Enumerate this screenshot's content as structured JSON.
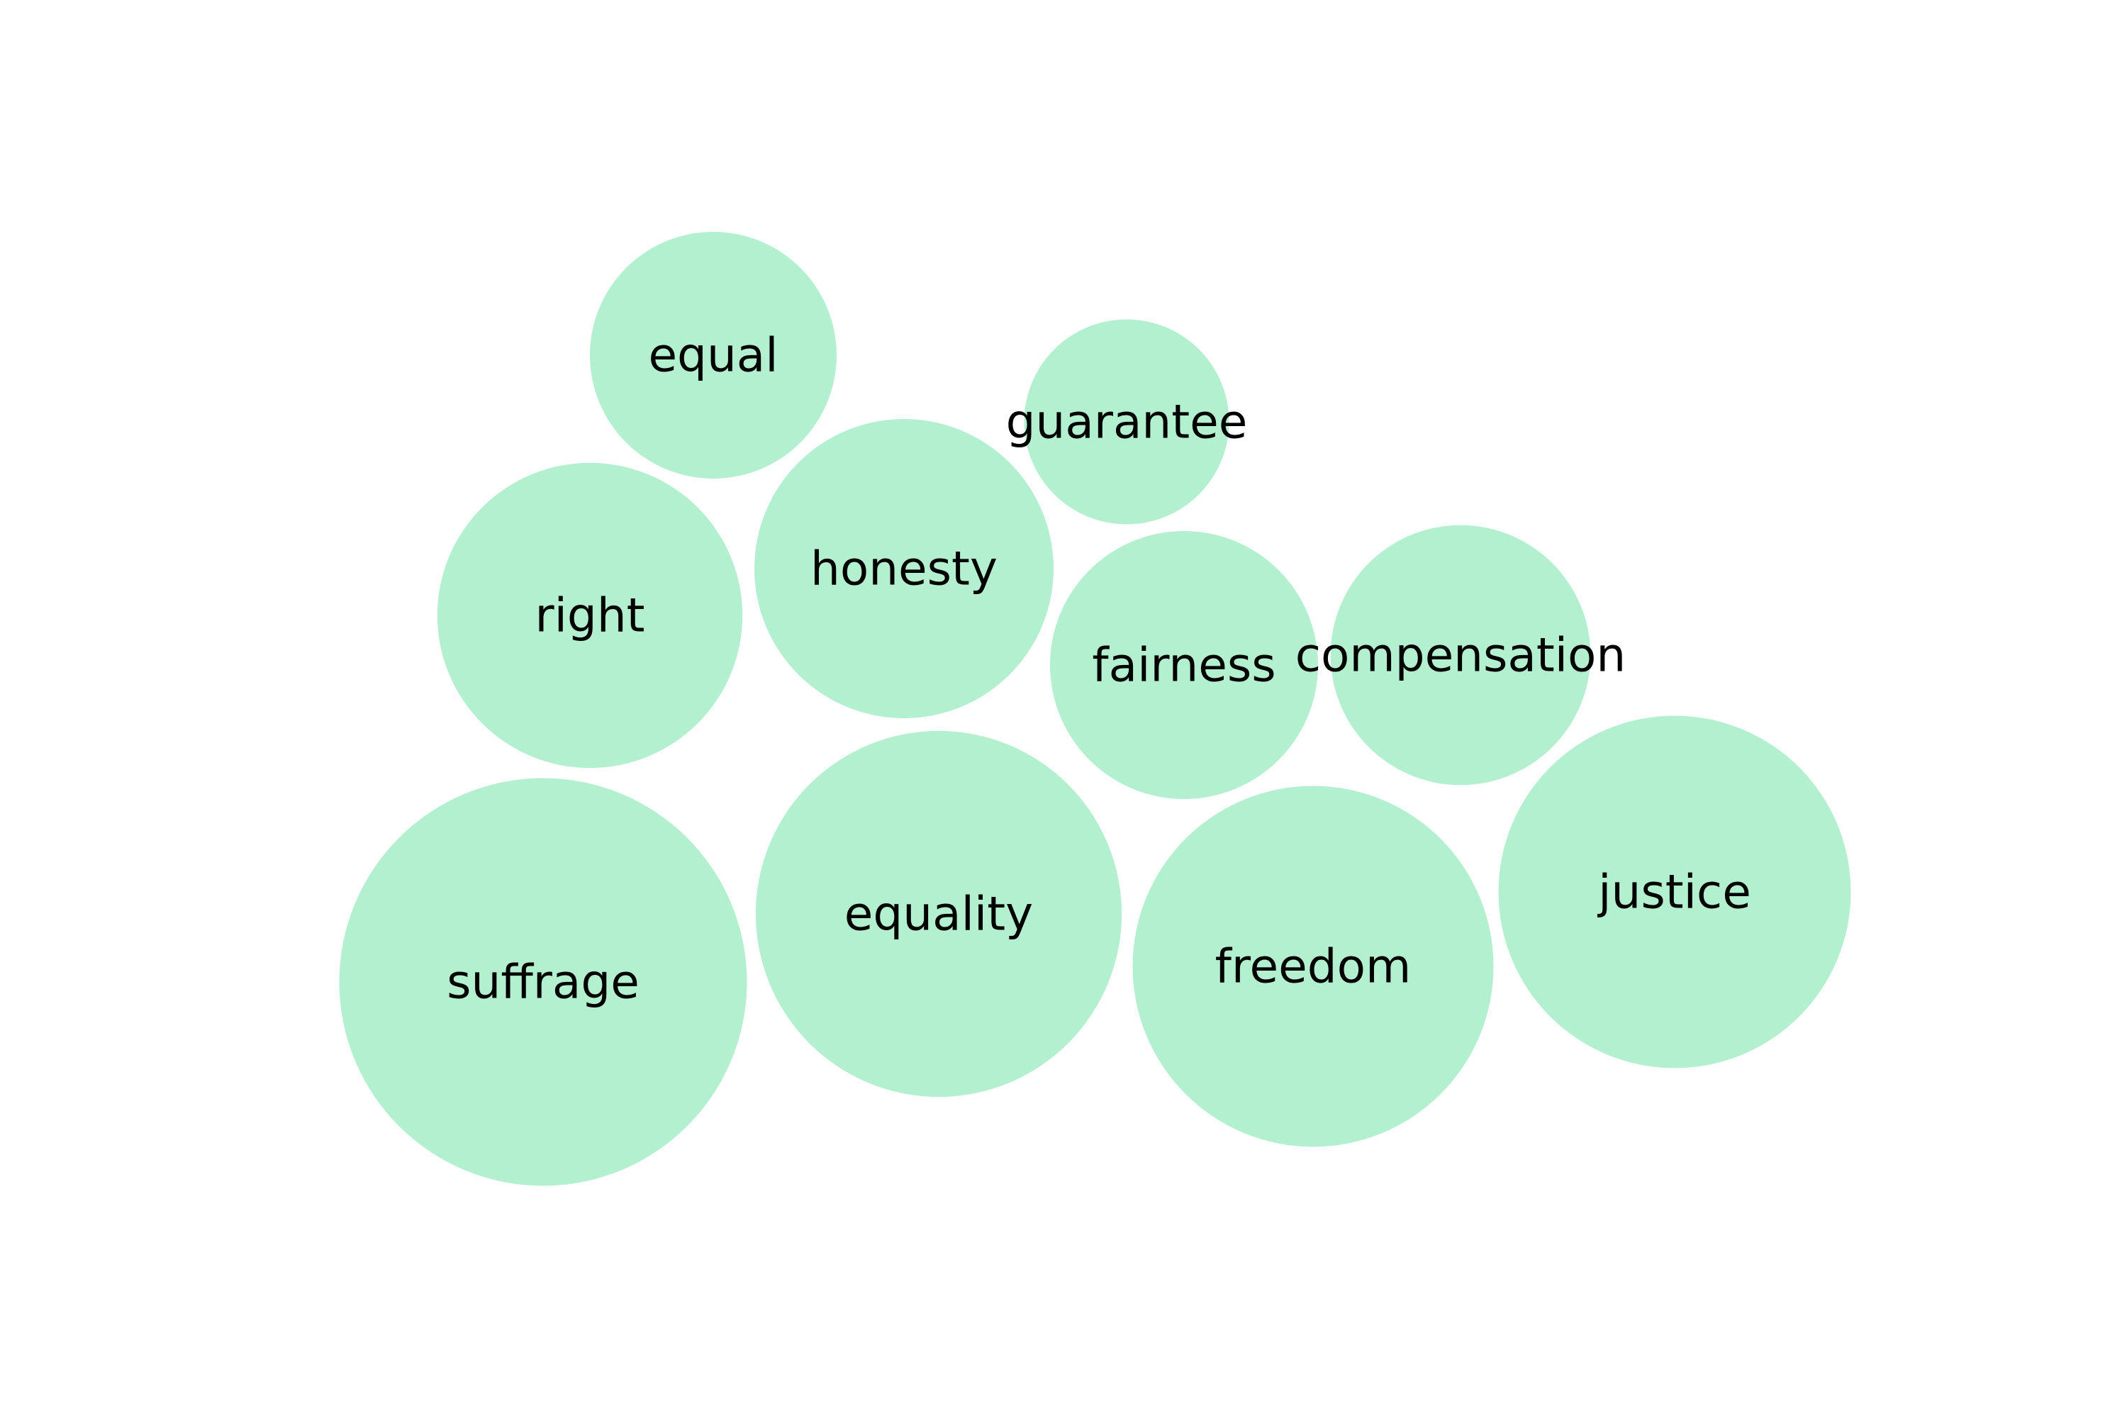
{
  "chart_data": {
    "type": "bubble",
    "title": "",
    "bubble_color": "#b2f0d0",
    "label_color": "#000000",
    "items": [
      {
        "label": "equal",
        "value": 1.0
      },
      {
        "label": "guarantee",
        "value": 0.69
      },
      {
        "label": "honesty",
        "value": 1.47
      },
      {
        "label": "right",
        "value": 1.53
      },
      {
        "label": "fairness",
        "value": 1.18
      },
      {
        "label": "compensation",
        "value": 1.11
      },
      {
        "label": "suffrage",
        "value": 2.73
      },
      {
        "label": "equality",
        "value": 2.2
      },
      {
        "label": "freedom",
        "value": 2.14
      },
      {
        "label": "justice",
        "value": 2.04
      }
    ]
  }
}
